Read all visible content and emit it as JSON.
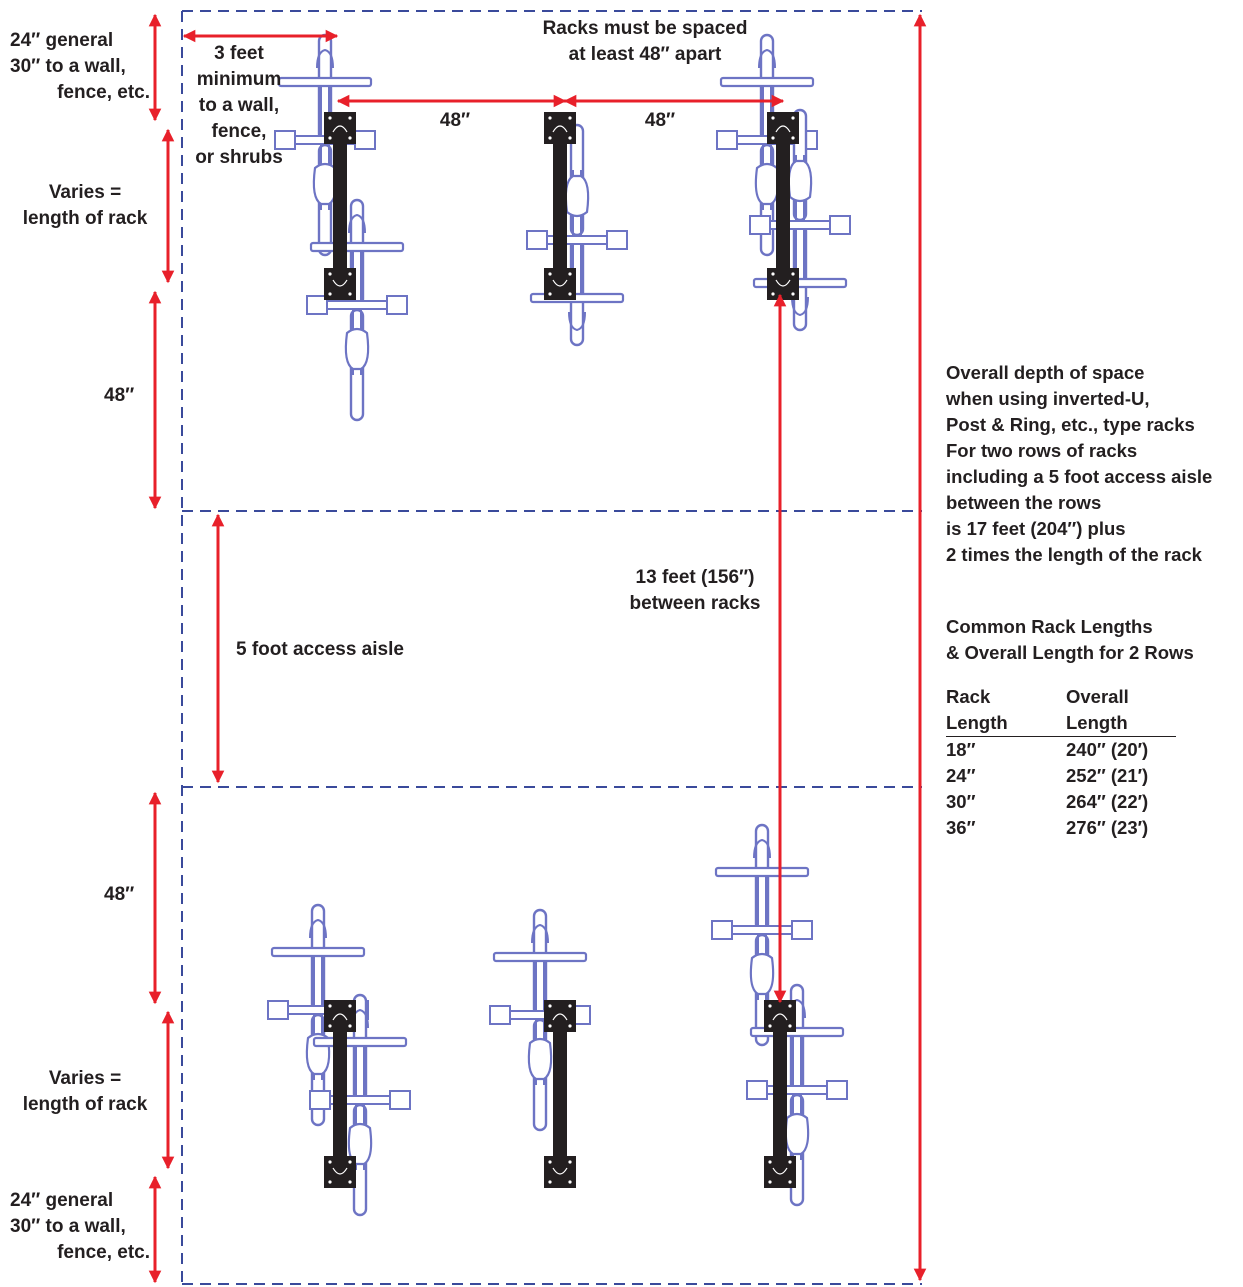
{
  "labels": {
    "top_setback": [
      "24″ general",
      "30″ to a wall,",
      "fence, etc."
    ],
    "three_feet": [
      "3 feet",
      "minimum",
      "to a wall,",
      "fence,",
      "or shrubs"
    ],
    "spacing": [
      "Racks must be spaced",
      "at least 48″ apart"
    ],
    "gap_left": "48″",
    "gap_right": "48″",
    "rack_len_top": [
      "Varies =",
      "length of rack"
    ],
    "clear_top": "48″",
    "aisle": "5 foot access aisle",
    "between": [
      "13 feet (156″)",
      "between racks"
    ],
    "clear_bottom": "48″",
    "rack_len_bottom": [
      "Varies =",
      "length of rack"
    ],
    "bottom_setback": [
      "24″ general",
      "30″ to a wall,",
      "fence, etc."
    ]
  },
  "overall_text": [
    "Overall depth of space",
    "when using inverted-U,",
    "Post & Ring, etc., type racks",
    "For two rows of racks",
    "including a 5 foot access aisle",
    "between the rows",
    "is 17 feet (204″) plus",
    "2 times the length of the rack"
  ],
  "table": {
    "title": [
      "Common Rack Lengths",
      "& Overall Length for 2 Rows"
    ],
    "headers": [
      [
        "Rack",
        "Overall"
      ],
      [
        "Length",
        "Length"
      ]
    ],
    "rows": [
      [
        "18″",
        "240″ (20′)"
      ],
      [
        "24″",
        "252″ (21′)"
      ],
      [
        "30″",
        "264″ (22′)"
      ],
      [
        "36″",
        "276″ (23′)"
      ]
    ]
  },
  "colors": {
    "arrow": "#e8202a",
    "bike": "#6d74c4",
    "rack": "#231f20",
    "boundary": "#3a4a9b",
    "text": "#231f20"
  },
  "icons": [
    "bicycle-icon",
    "bike-rack-icon",
    "dimension-arrow-icon"
  ]
}
